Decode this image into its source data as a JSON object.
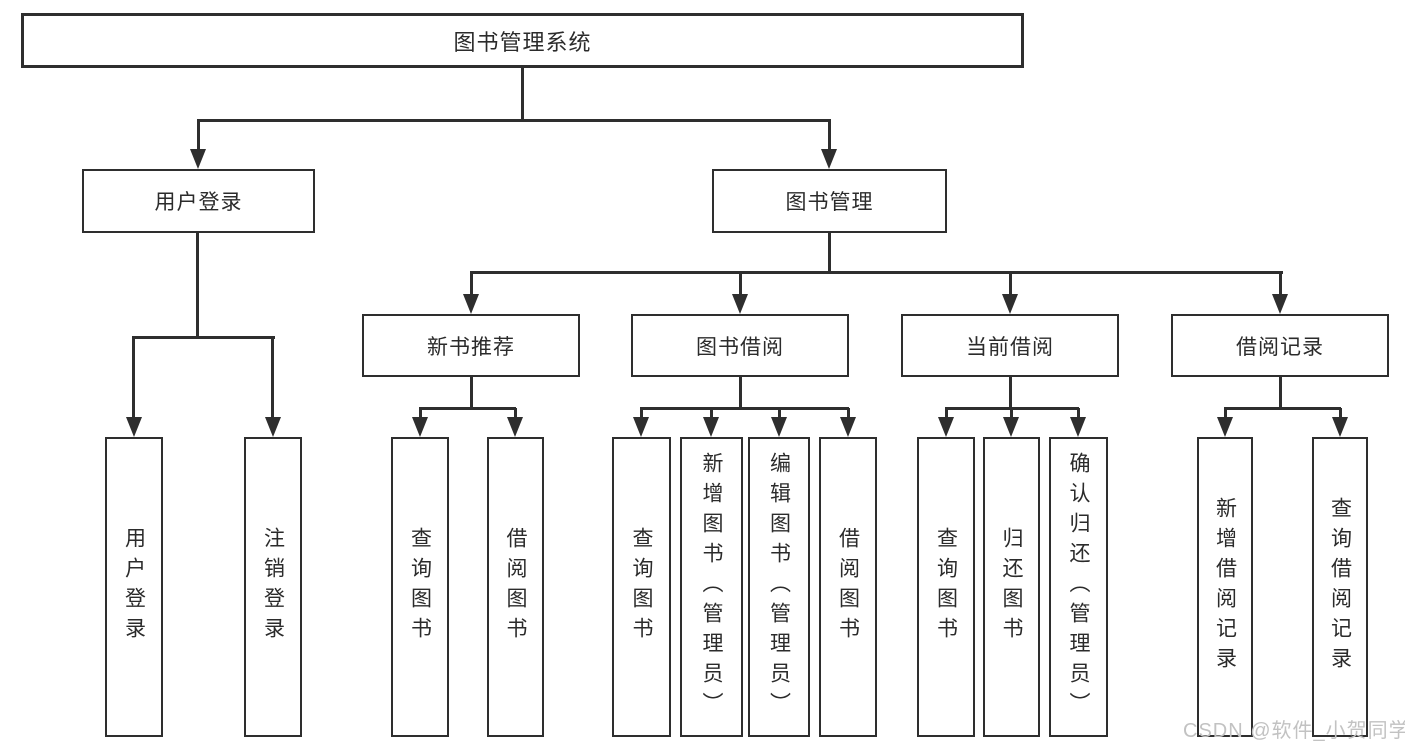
{
  "tree": {
    "label": "图书管理系统",
    "children": [
      {
        "label": "用户登录",
        "children": [
          {
            "label": "用户登录"
          },
          {
            "label": "注销登录"
          }
        ]
      },
      {
        "label": "图书管理",
        "children": [
          {
            "label": "新书推荐",
            "children": [
              {
                "label": "查询图书"
              },
              {
                "label": "借阅图书"
              }
            ]
          },
          {
            "label": "图书借阅",
            "children": [
              {
                "label": "查询图书"
              },
              {
                "label": "新增图书（管理员）"
              },
              {
                "label": "编辑图书（管理员）"
              },
              {
                "label": "借阅图书"
              }
            ]
          },
          {
            "label": "当前借阅",
            "children": [
              {
                "label": "查询图书"
              },
              {
                "label": "归还图书"
              },
              {
                "label": "确认归还（管理员）"
              }
            ]
          },
          {
            "label": "借阅记录",
            "children": [
              {
                "label": "新增借阅记录"
              },
              {
                "label": "查询借阅记录"
              }
            ]
          }
        ]
      }
    ]
  },
  "watermark": {
    "text": "CSDN @软件_小贺同学"
  },
  "colors": {
    "line": "#2e2e2e",
    "text": "#2b2b2b",
    "background": "#ffffff",
    "watermark": "#c2c2c2"
  }
}
